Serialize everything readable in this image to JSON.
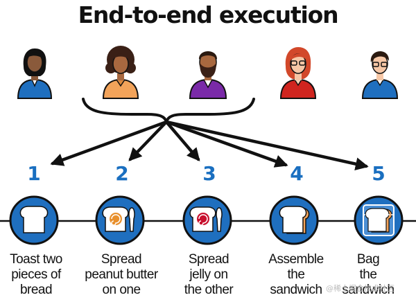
{
  "title": "End-to-end execution",
  "people": [
    {
      "icon": "woman-dark-hair-icon"
    },
    {
      "icon": "woman-curly-hair-icon"
    },
    {
      "icon": "bearded-man-icon"
    },
    {
      "icon": "woman-red-hair-glasses-icon"
    },
    {
      "icon": "man-glasses-icon"
    }
  ],
  "steps": [
    {
      "number": "1",
      "icon": "bread-slice-icon",
      "caption": [
        "Toast two",
        "pieces of",
        "bread"
      ]
    },
    {
      "number": "2",
      "icon": "peanut-butter-bread-knife-icon",
      "caption": [
        "Spread",
        "peanut butter",
        "on one"
      ]
    },
    {
      "number": "3",
      "icon": "jelly-bread-knife-icon",
      "caption": [
        "Spread",
        "jelly on",
        "the other"
      ]
    },
    {
      "number": "4",
      "icon": "sandwich-icon",
      "caption": [
        "Assemble",
        "the",
        "sandwich"
      ]
    },
    {
      "number": "5",
      "icon": "bagged-sandwich-icon",
      "caption": [
        "Bag",
        "the",
        "sandwich"
      ]
    }
  ],
  "watermark": "@稀土掘金技术社区",
  "colors": {
    "accent": "#1a6fc0",
    "circle_fill": "#1f6fbf",
    "bread": "#ffffff",
    "crust": "#f2a35a",
    "peanut_butter": "#e8902d",
    "jelly": "#c8102e"
  }
}
